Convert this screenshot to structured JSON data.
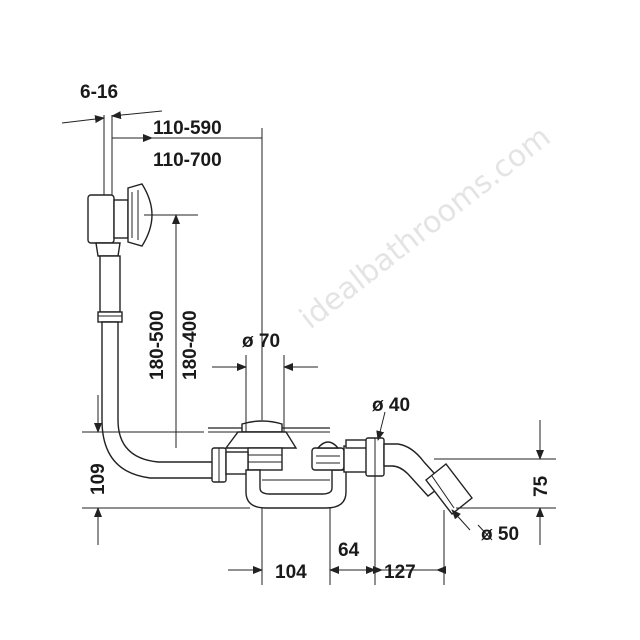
{
  "watermark": "idealbathrooms.com",
  "dimensions": {
    "thickness": "6-16",
    "overflow_offset_a": "110-590",
    "overflow_offset_b": "110-700",
    "height_a": "180-500",
    "height_b": "180-400",
    "waste_diameter": "ø 70",
    "trap_outlet_diameter": "ø 40",
    "outlet_diameter": "ø 50",
    "trap_height": "109",
    "outlet_height": "75",
    "width_a": "104",
    "width_b": "64",
    "width_c": "127"
  },
  "colors": {
    "line": "#222222",
    "text": "#1a1a1a",
    "watermark": "#e4e4e4"
  }
}
